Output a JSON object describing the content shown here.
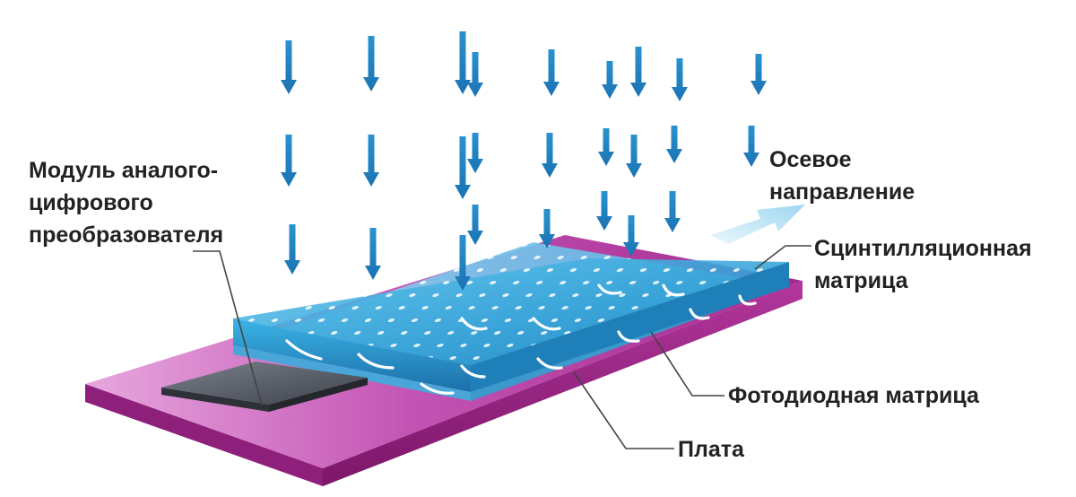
{
  "labels": {
    "adc_module": [
      "Модуль аналого-",
      "цифрового",
      "преобразователя"
    ],
    "axial_direction": [
      "Осевое",
      "направление"
    ],
    "scintillation_matrix": [
      "Сцинтилляционная",
      "матрица"
    ],
    "photodiode_matrix": "Фотодиодная матрица",
    "board": "Плата"
  },
  "colors": {
    "board_magenta": "#b0329a",
    "scintillator_blue": "#2aa3d6",
    "arrow_blue": "#1f86c4",
    "axial_arrow": "#a9dcf2",
    "adc_chip": "#555b66",
    "label_text": "#222222"
  }
}
